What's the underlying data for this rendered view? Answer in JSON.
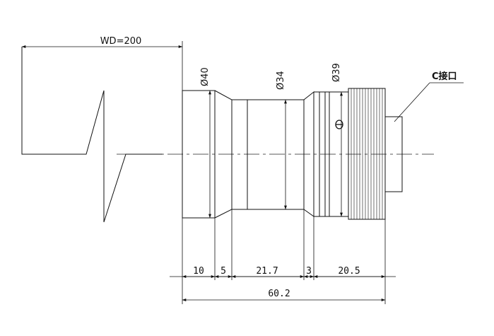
{
  "drawing": {
    "working_distance": "WD=200",
    "diameters": {
      "front": "Ø40",
      "middle": "Ø34",
      "rear": "Ø39"
    },
    "mount_label": "C接口",
    "segment_dims": [
      "10",
      "5",
      "21.7",
      "3",
      "20.5"
    ],
    "total_length": "60.2"
  }
}
